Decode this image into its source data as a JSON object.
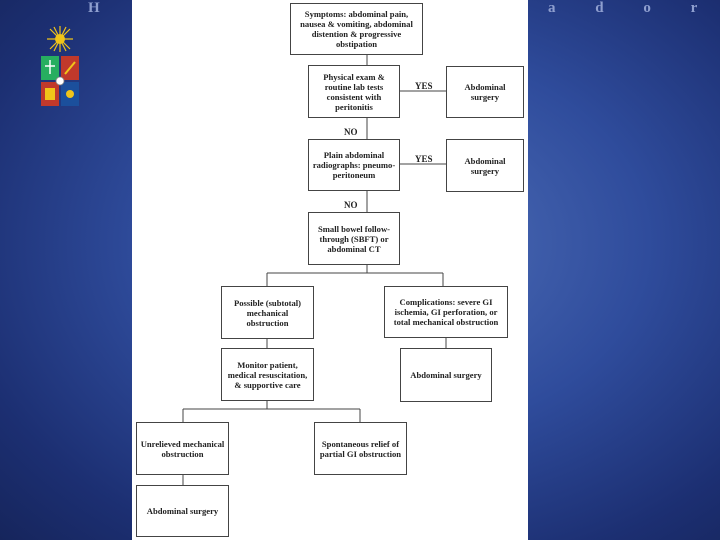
{
  "header": {
    "left": "H o",
    "right": "a d o r"
  },
  "logo": {
    "icon": "university-crest-icon",
    "colors": [
      "#f0c419",
      "#c0392b",
      "#27ae60",
      "#1b4f9c"
    ]
  },
  "colors": {
    "background": "#2f4c9c",
    "panel": "#ffffff",
    "line": "#444444"
  },
  "flowchart": {
    "nodes": {
      "symptoms": "Symptoms: abdominal pain, nausea & vomiting, abdominal distention & progressive obstipation",
      "physical_exam": "Physical exam & routine lab tests consistent with peritonitis",
      "surgery1": "Abdominal surgery",
      "radiographs": "Plain abdominal radiographs: pneumo-peritoneum",
      "surgery2": "Abdominal surgery",
      "sbft": "Small bowel follow-through (SBFT) or abdominal CT",
      "possible": "Possible (subtotal) mechanical obstruction",
      "complications": "Complications: severe GI ischemia, GI perforation, or total mechanical obstruction",
      "monitor": "Monitor patient, medical resuscitation, & supportive care",
      "surgery3": "Abdominal surgery",
      "unrelieved": "Unrelieved mechanical obstruction",
      "spontaneous": "Spontaneous relief of partial GI obstruction",
      "surgery4": "Abdominal surgery"
    },
    "edge_labels": {
      "yes1": "YES",
      "no1": "NO",
      "yes2": "YES",
      "no2": "NO"
    }
  }
}
